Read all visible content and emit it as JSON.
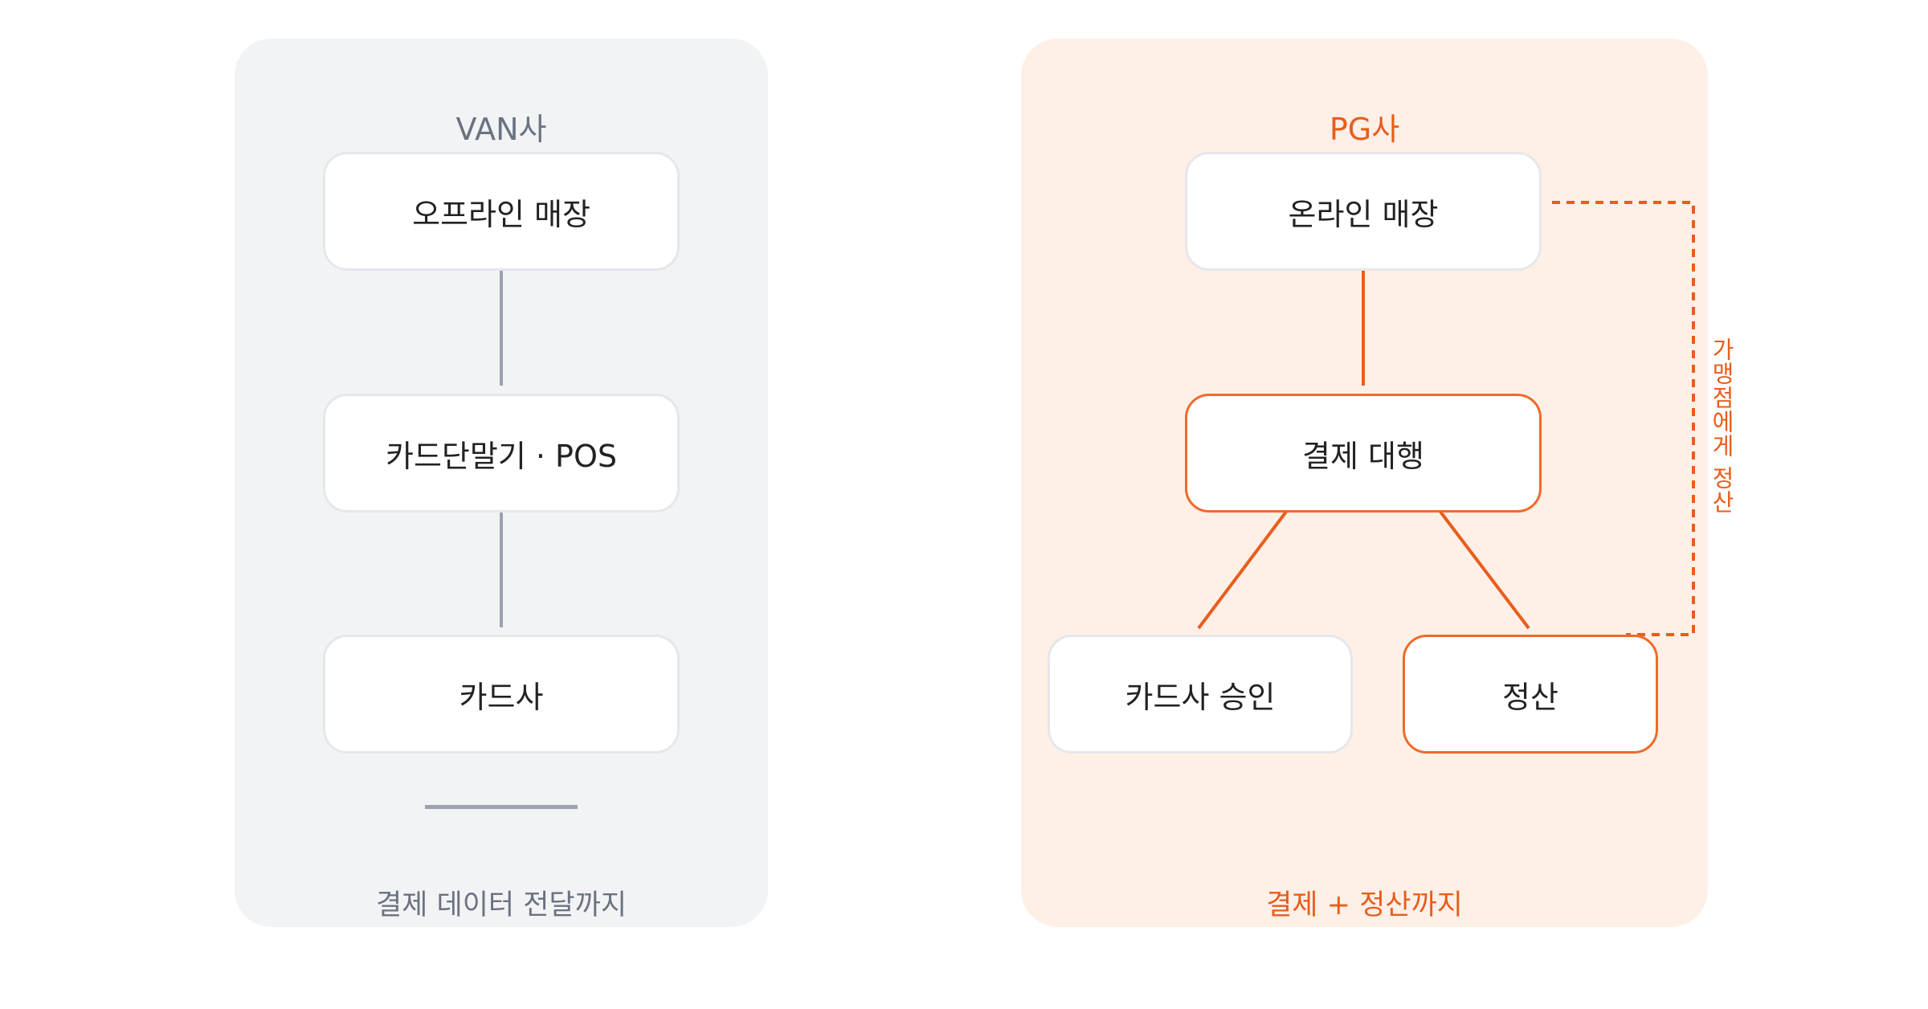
{
  "van": {
    "title": "VAN사",
    "nodes": [
      "오프라인 매장",
      "카드단말기 · POS",
      "카드사"
    ],
    "footer": "결제 데이터 전달까지"
  },
  "pg": {
    "title": "PG사",
    "nodes": {
      "store": "온라인 매장",
      "agent": "결제 대행",
      "approval": "카드사 승인",
      "settle": "정산"
    },
    "footer": "결제 + 정산까지",
    "side_label": "가맹점에게 정산"
  },
  "colors": {
    "van_panel": "#f2f3f5",
    "pg_panel": "#fff0e7",
    "accent": "#e85d1c",
    "gray_line": "#9ca3af"
  }
}
